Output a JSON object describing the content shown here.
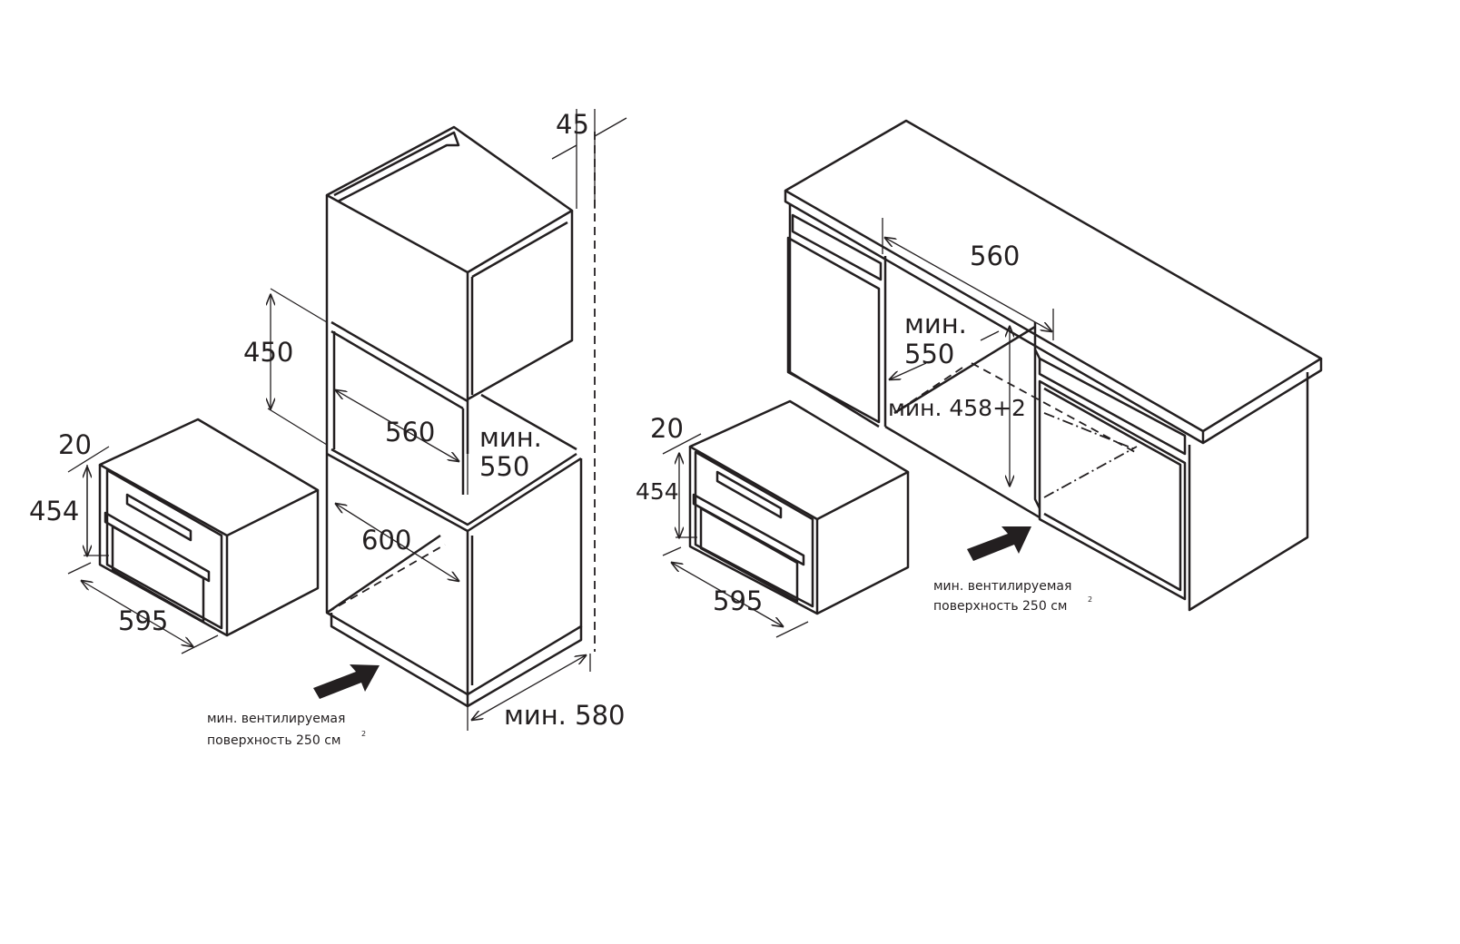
{
  "left_installation": {
    "dim_top_gap": "45",
    "dim_niche_height": "450",
    "dim_niche_width": "560",
    "dim_min_depth_label": "мин.",
    "dim_min_depth_value": "550",
    "dim_cabinet_width": "600",
    "dim_min_cabinet_depth": "мин. 580",
    "oven_dim_front_gap": "20",
    "oven_dim_height": "454",
    "oven_dim_width": "595",
    "vent_line1": "мин. вентилируемая",
    "vent_line2": "поверхность 250 см",
    "vent_sup": "2"
  },
  "right_installation": {
    "dim_niche_width": "560",
    "dim_min_depth_label": "мин.",
    "dim_min_depth_value": "550",
    "dim_niche_height": "мин. 458+2",
    "oven_dim_front_gap": "20",
    "oven_dim_height": "454",
    "oven_dim_width": "595",
    "vent_line1": "мин. вентилируемая",
    "vent_line2": "поверхность 250 см",
    "vent_sup": "2"
  }
}
